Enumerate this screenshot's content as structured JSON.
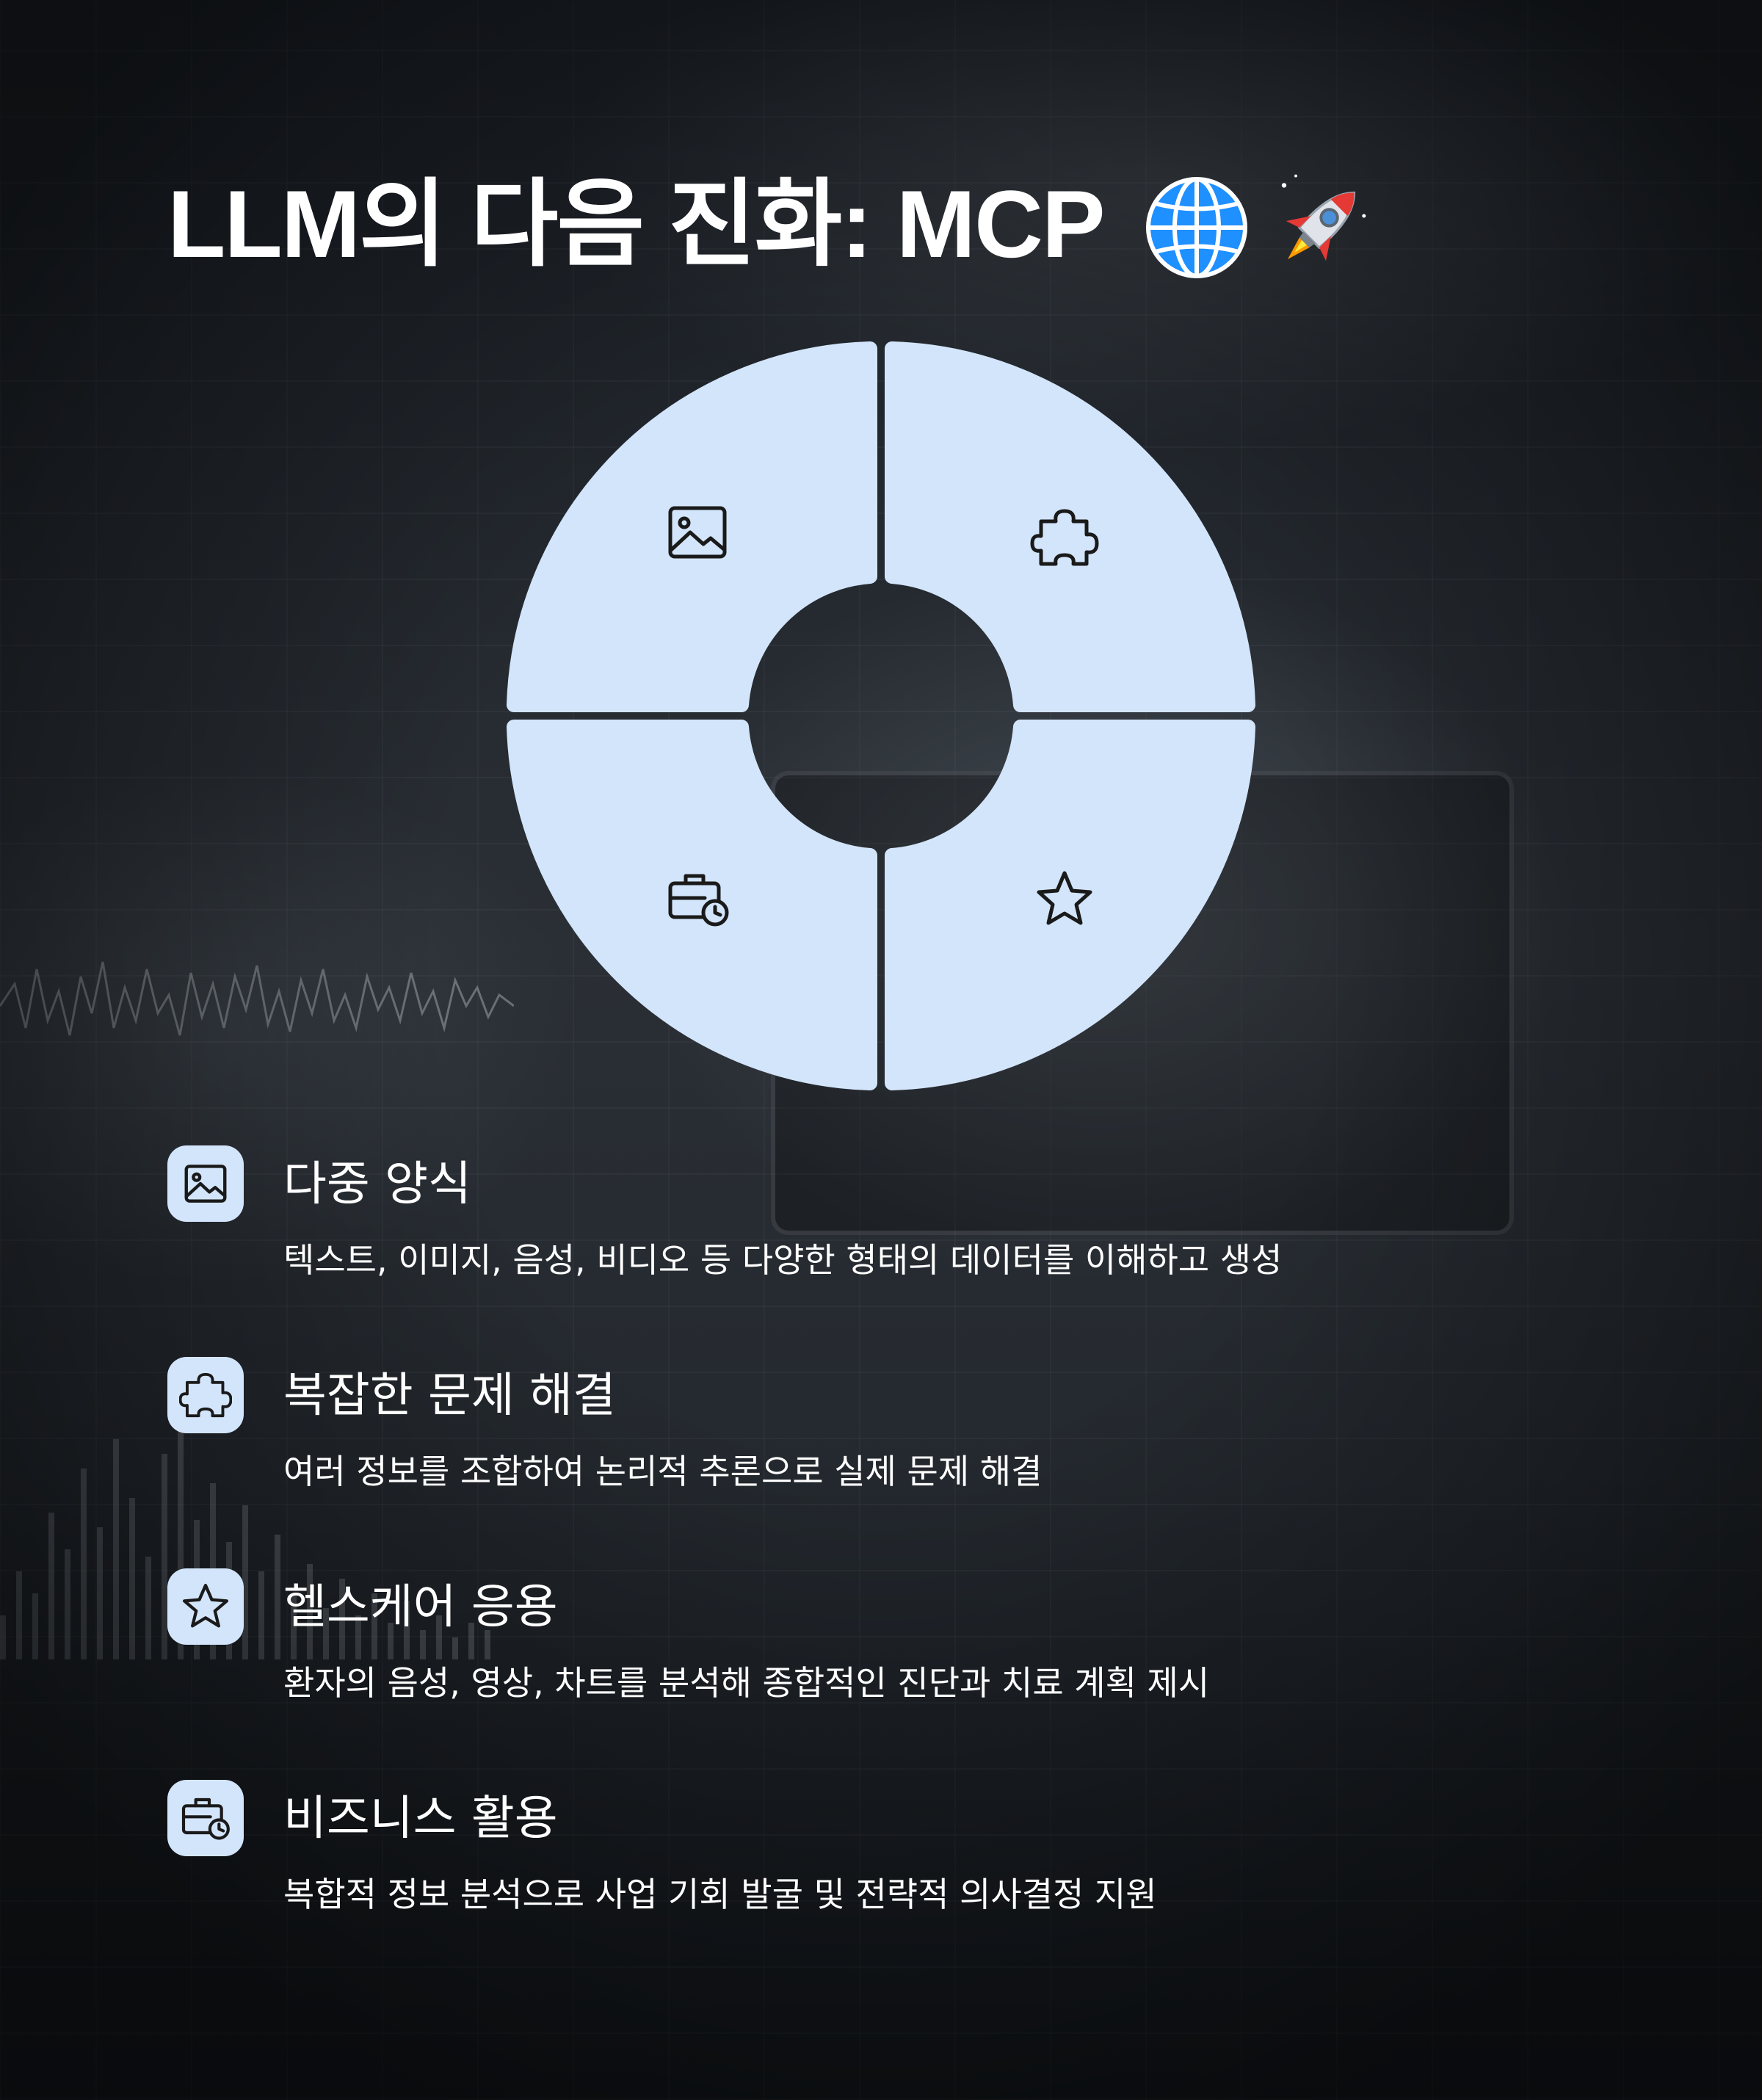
{
  "title": "LLM의 다음 진화: MCP",
  "title_emojis": [
    "globe-icon",
    "rocket-icon"
  ],
  "colors": {
    "segment_fill": "#d3e5fb",
    "text": "#ffffff",
    "icon_stroke": "#1a1a1a"
  },
  "donut": {
    "segments": [
      {
        "position": "top-left",
        "icon": "image-icon"
      },
      {
        "position": "top-right",
        "icon": "puzzle-icon"
      },
      {
        "position": "bottom-left",
        "icon": "briefcase-clock-icon"
      },
      {
        "position": "bottom-right",
        "icon": "star-icon"
      }
    ]
  },
  "features": [
    {
      "icon": "image-icon",
      "title": "다중 양식",
      "desc": "텍스트, 이미지, 음성, 비디오 등 다양한 형태의 데이터를 이해하고 생성"
    },
    {
      "icon": "puzzle-icon",
      "title": "복잡한 문제 해결",
      "desc": "여러 정보를 조합하여 논리적 추론으로 실제 문제 해결"
    },
    {
      "icon": "star-icon",
      "title": "헬스케어 응용",
      "desc": "환자의 음성, 영상, 차트를 분석해 종합적인 진단과 치료 계획 제시"
    },
    {
      "icon": "briefcase-clock-icon",
      "title": "비즈니스 활용",
      "desc": "복합적 정보 분석으로 사업 기회 발굴 및 전략적 의사결정 지원"
    }
  ]
}
